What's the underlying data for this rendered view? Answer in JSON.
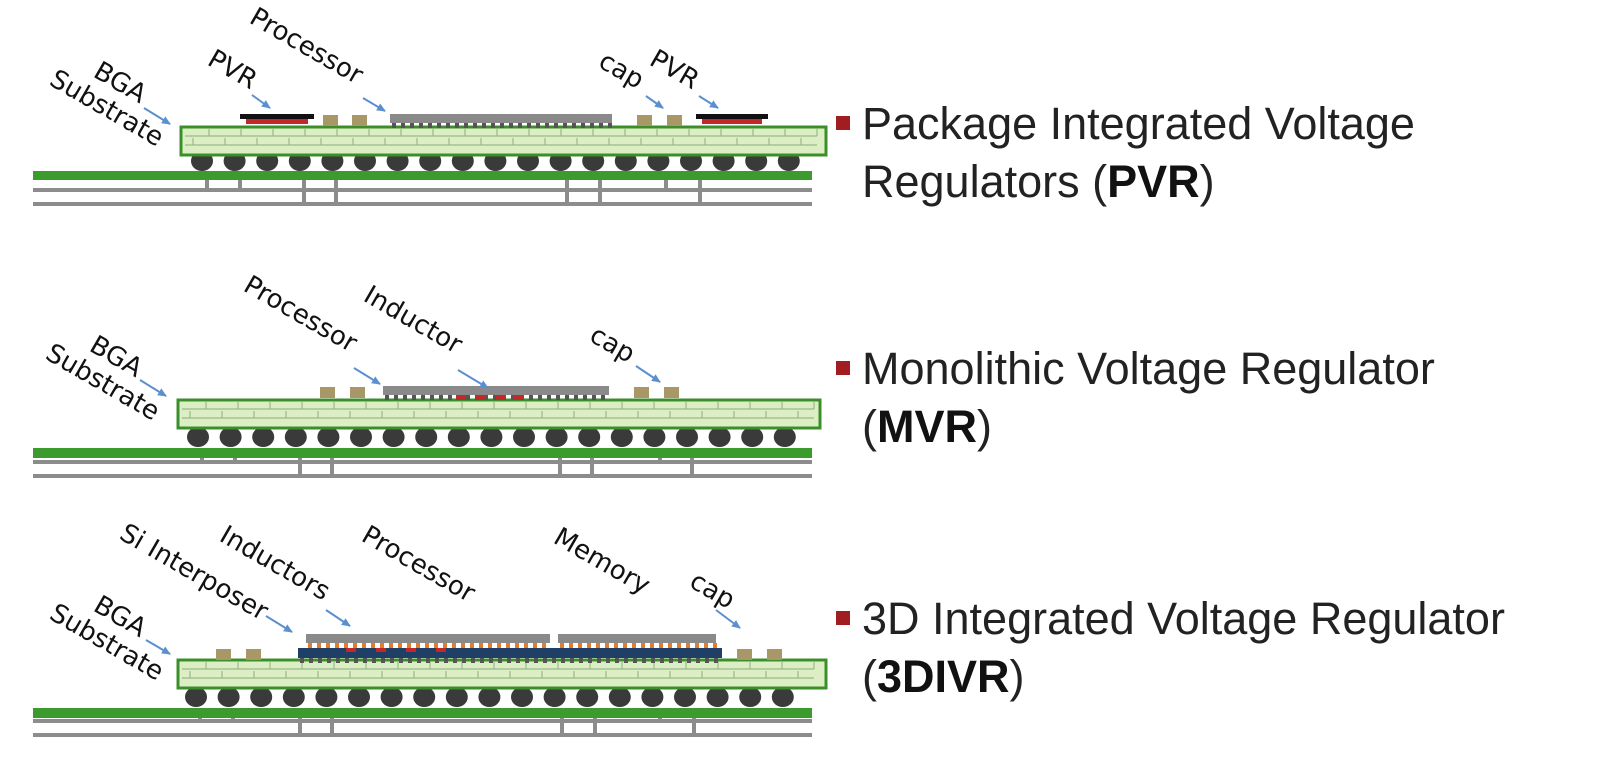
{
  "panels": [
    {
      "id": "pvr",
      "labels": {
        "bga": "BGA",
        "substrate": "Substrate",
        "pvr_left": "PVR",
        "processor": "Processor",
        "cap": "cap",
        "pvr_right": "PVR"
      },
      "bullet": {
        "line1": "Package Integrated Voltage",
        "line2_prefix": "Regulators (",
        "abbr": "PVR",
        "suffix": ")"
      }
    },
    {
      "id": "mvr",
      "labels": {
        "bga": "BGA",
        "substrate": "Substrate",
        "processor": "Processor",
        "inductor": "Inductor",
        "cap": "cap"
      },
      "bullet": {
        "line1": "Monolithic Voltage Regulator",
        "line2_prefix": "(",
        "abbr": "MVR",
        "suffix": ")"
      }
    },
    {
      "id": "3divr",
      "labels": {
        "bga": "BGA",
        "substrate": "Substrate",
        "si_interposer": "Si Interposer",
        "inductors": "Inductors",
        "processor": "Processor",
        "memory": "Memory",
        "cap": "cap"
      },
      "bullet": {
        "line1": "3D Integrated Voltage Regulator",
        "line2_prefix": "(",
        "abbr": "3DIVR",
        "suffix": ")"
      }
    }
  ],
  "colors": {
    "board": "#3b9b2c",
    "substrate_fill": "#dcefc4",
    "substrate_border": "#3b8f2a",
    "ball": "#3a3a3a",
    "chip": "#8a8a8a",
    "trace": "#8c8c8c",
    "cap": "#a89868",
    "pvr_body": "#111111",
    "pvr_die": "#c0282a",
    "interposer": "#1f3f66",
    "bump_orange": "#e37b2b",
    "arrow": "#5b8fd0",
    "bullet": "#a11d22"
  }
}
